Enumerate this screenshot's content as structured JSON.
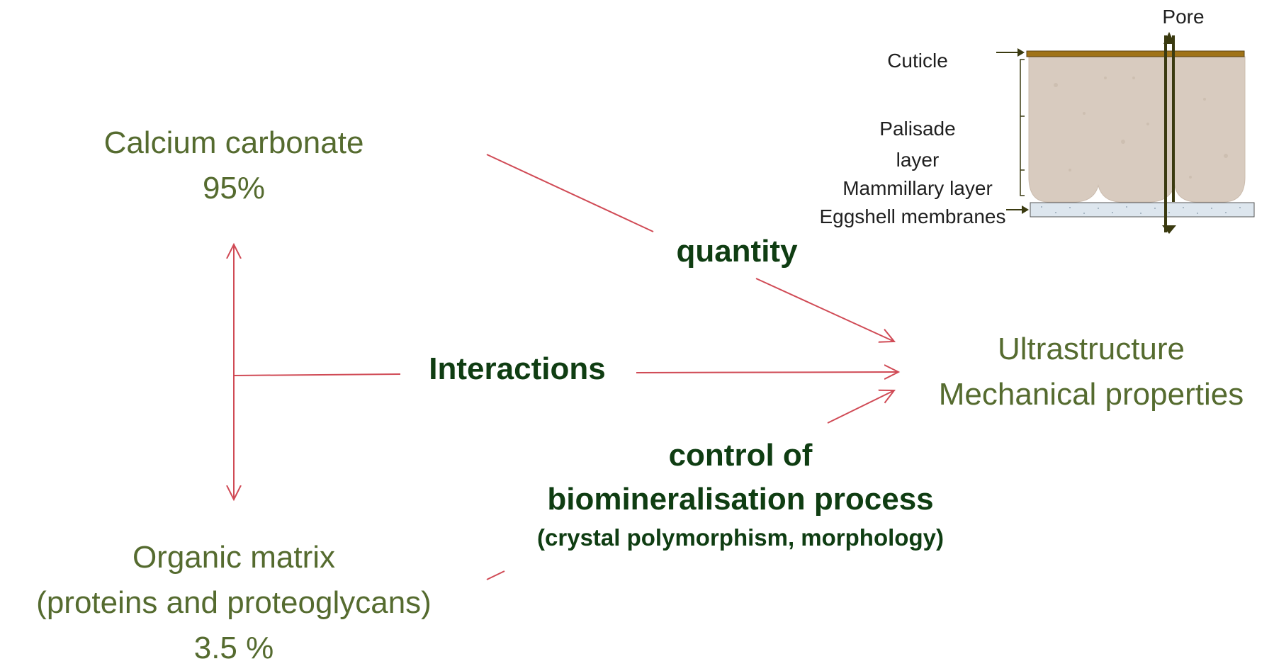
{
  "labels": {
    "calcium_carbonate": "Calcium carbonate",
    "calcium_percent": "95%",
    "organic_matrix": "Organic matrix",
    "organic_detail": "(proteins and proteoglycans)",
    "organic_percent": "3.5 %",
    "quantity": "quantity",
    "interactions": "Interactions",
    "control_line1": "control of",
    "control_line2": "biomineralisation process",
    "control_line3": "(crystal polymorphism, morphology)",
    "ultrastructure": "Ultrastructure",
    "mechanical": "Mechanical properties"
  },
  "inset": {
    "pore": "Pore",
    "cuticle": "Cuticle",
    "palisade_line1": "Palisade",
    "palisade_line2": "layer",
    "mammillary": "Mammillary layer",
    "membranes": "Eggshell membranes"
  },
  "colors": {
    "label_text": "#556b2f",
    "emphasis_text": "#0f3d12",
    "arrow": "#d04a55",
    "cuticle": "#a07317",
    "shell": "#d8cbbf",
    "pore": "#3a3a10",
    "membrane": "#dde6ee"
  }
}
